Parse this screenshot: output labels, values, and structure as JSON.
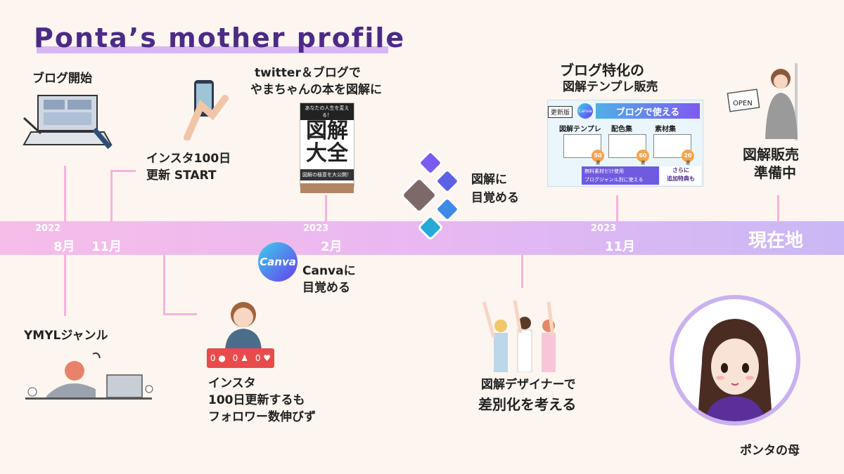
{
  "title": "Ponta’s mother profile",
  "timeline": {
    "markers": [
      {
        "year": "2022",
        "month": "8月"
      },
      {
        "month": "11月"
      },
      {
        "year": "2023",
        "month": "2月"
      },
      {
        "year": "2023",
        "month": "11月"
      }
    ],
    "now_label": "現在地"
  },
  "events": {
    "blog_start": "ブログ開始",
    "insta_start": [
      "インスタ100日",
      "更新 START"
    ],
    "twitter_blog": [
      "twitter＆ブログで",
      "やまちゃんの本を図解に"
    ],
    "zukai_awake": [
      "図解に",
      "目覚める"
    ],
    "template_sale": [
      "ブログ特化の",
      "図解テンプレ販売"
    ],
    "sale_prep": [
      "図解販売",
      "準備中"
    ],
    "ymyl": "YMYLジャンル",
    "insta_fail": [
      "インスタ",
      "100日更新するも",
      "フォロワー数伸びず"
    ],
    "canva_awake": [
      "Canvaに",
      "目覚める"
    ],
    "designer": [
      "図解デザイナーで",
      "差別化を考える"
    ]
  },
  "book": {
    "top": "あなたの人生を変える！",
    "title1": "図解",
    "title2": "大全",
    "sub": "図解の極意を大公開！"
  },
  "template_card": {
    "badge": "更新版",
    "logo": "Canva",
    "header": "ブログで使える",
    "cols": [
      {
        "name": "図解テンプレ",
        "count": "50"
      },
      {
        "name": "配色集",
        "count": "60"
      },
      {
        "name": "素材集",
        "count": "20"
      }
    ],
    "count_suffix": "選",
    "notes": [
      "無料素材だけ使用",
      "ブログジャンル別に使える"
    ],
    "extra": [
      "さらに",
      "追加特典も"
    ]
  },
  "insta_counts": [
    "0",
    "0",
    "0"
  ],
  "canva_logo": "Canva",
  "open_sign": "OPEN",
  "avatar_caption": "ポンタの母",
  "colors": {
    "title": "#4b2b86",
    "title_underline": "#d7b6f5",
    "timeline_start": "#f6bde8",
    "timeline_end": "#c9b8f5",
    "connector": "#f4b4dc",
    "avatar_ring": "#c9b1ef",
    "insta_red": "#e84b4b"
  }
}
